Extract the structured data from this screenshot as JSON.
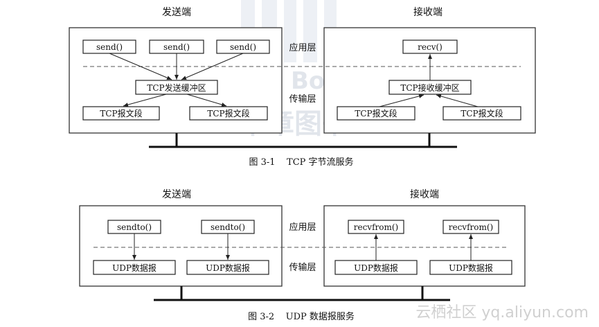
{
  "figure1": {
    "sender_title": "发送端",
    "receiver_title": "接收端",
    "app_layer": "应用层",
    "transport_layer": "传输层",
    "send_calls": [
      "send()",
      "send()",
      "send()"
    ],
    "send_buffer": "TCP发送缓冲区",
    "send_segments": [
      "TCP报文段",
      "TCP报文段"
    ],
    "recv_call": "recv()",
    "recv_buffer": "TCP接收缓冲区",
    "recv_segments": [
      "TCP报文段",
      "TCP报文段"
    ],
    "caption": "图 3-1    TCP 字节流服务"
  },
  "figure2": {
    "sender_title": "发送端",
    "receiver_title": "接收端",
    "app_layer": "应用层",
    "transport_layer": "传输层",
    "sendto_calls": [
      "sendto()",
      "sendto()"
    ],
    "send_datagrams": [
      "UDP数据报",
      "UDP数据报"
    ],
    "recvfrom_calls": [
      "recvfrom()",
      "recvfrom()"
    ],
    "recv_datagrams": [
      "UDP数据报",
      "UDP数据报"
    ],
    "caption": "图 3-2    UDP 数据报服务"
  },
  "watermarks": {
    "publisher": "HZ Books",
    "publisher_cn": "华章图书",
    "site": "云栖社区 yq.aliyun.com"
  }
}
